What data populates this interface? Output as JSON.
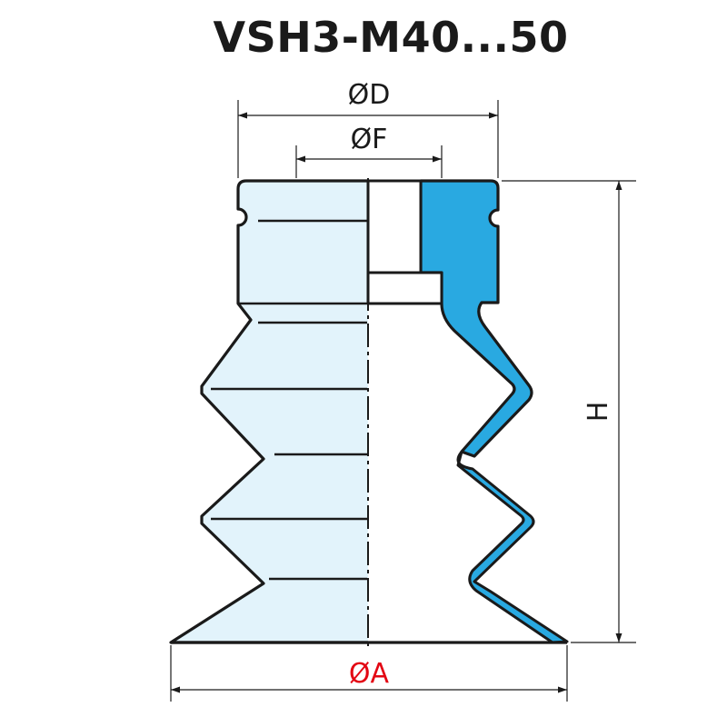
{
  "title": "VSH3-M40...50",
  "dimensions": {
    "outer_diameter": "ØD",
    "inner_diameter": "ØF",
    "height": "H",
    "bellow_diameter": "ØA"
  },
  "colors": {
    "outline": "#1a1a1a",
    "light_fill": "#e2f3fb",
    "section_fill": "#29a9e1",
    "highlight_label": "#e30613"
  }
}
